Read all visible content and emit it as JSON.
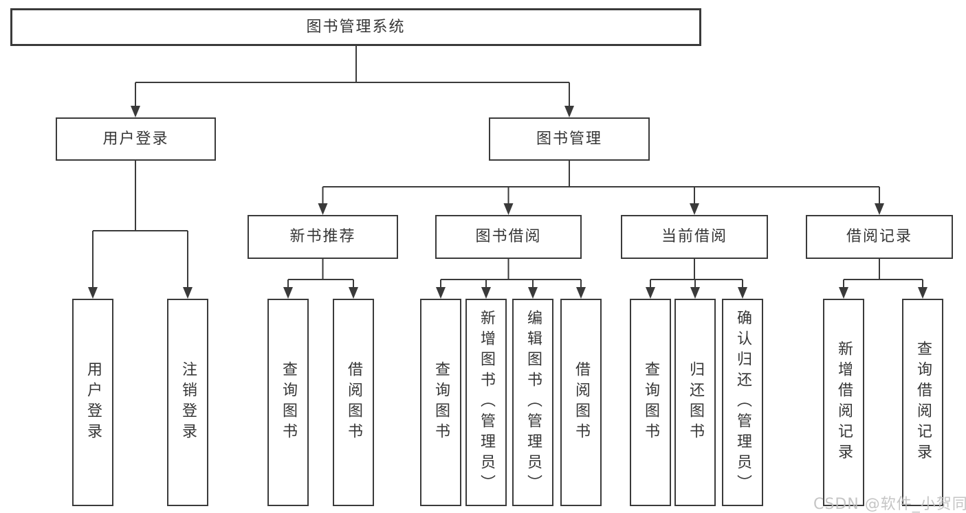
{
  "diagram": {
    "type": "hierarchy-tree",
    "title": "图书管理系统",
    "structure": {
      "label": "图书管理系统",
      "children": [
        {
          "label": "用户登录",
          "children": [
            {
              "label": "用户登录"
            },
            {
              "label": "注销登录"
            }
          ]
        },
        {
          "label": "图书管理",
          "children": [
            {
              "label": "新书推荐",
              "children": [
                {
                  "label": "查询图书"
                },
                {
                  "label": "借阅图书"
                }
              ]
            },
            {
              "label": "图书借阅",
              "children": [
                {
                  "label": "查询图书"
                },
                {
                  "label": "新增图书（管理员）"
                },
                {
                  "label": "编辑图书（管理员）"
                },
                {
                  "label": "借阅图书"
                }
              ]
            },
            {
              "label": "当前借阅",
              "children": [
                {
                  "label": "查询图书"
                },
                {
                  "label": "归还图书"
                },
                {
                  "label": "确认归还（管理员）"
                }
              ]
            },
            {
              "label": "借阅记录",
              "children": [
                {
                  "label": "新增借阅记录"
                },
                {
                  "label": "查询借阅记录"
                }
              ]
            }
          ]
        }
      ]
    }
  },
  "watermark": {
    "text": "CSDN @软件_小贺同学"
  },
  "colors": {
    "line": "#3a3a3a",
    "text": "#363636",
    "background": "#ffffff",
    "watermark": "#bfbfbf"
  }
}
